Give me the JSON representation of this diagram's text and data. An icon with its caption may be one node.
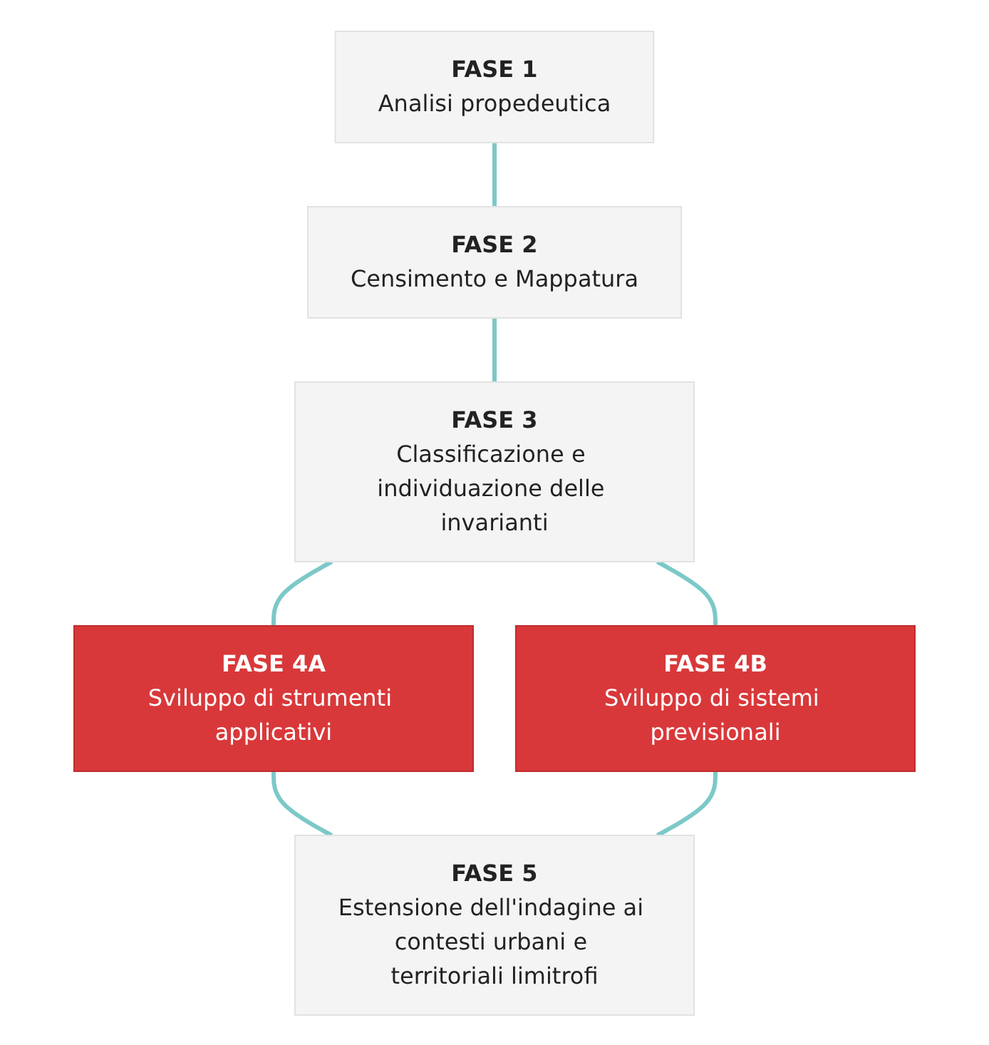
{
  "diagram": {
    "nodes": [
      {
        "text": [
          "FASE 1",
          "Analisi propedeutica"
        ]
      },
      {
        "text": [
          "FASE 2",
          "Censimento e Mappatura"
        ]
      },
      {
        "text": [
          "FASE 3",
          "Classificazione e individuazione delle invarianti"
        ]
      },
      {
        "text": [
          "FASE 4A",
          "Sviluppo di strumenti applicativi"
        ]
      },
      {
        "text": [
          "FASE 4B",
          "Sviluppo di sistemi previsionali"
        ]
      },
      {
        "text": [
          "FASE 5",
          "Estensione dell'indagine ai contesti urbani e territoriali limitrofi"
        ]
      }
    ],
    "edges": [
      {
        "from": 0,
        "to": 1,
        "arrow": "none"
      },
      {
        "from": 1,
        "to": 2,
        "arrow": "none"
      },
      {
        "from": 2,
        "to": 3,
        "arrow": "none"
      },
      {
        "from": 2,
        "to": 4,
        "arrow": "none"
      },
      {
        "from": 3,
        "to": 5,
        "arrow": "none"
      },
      {
        "from": 4,
        "to": 5,
        "arrow": "none"
      }
    ]
  }
}
